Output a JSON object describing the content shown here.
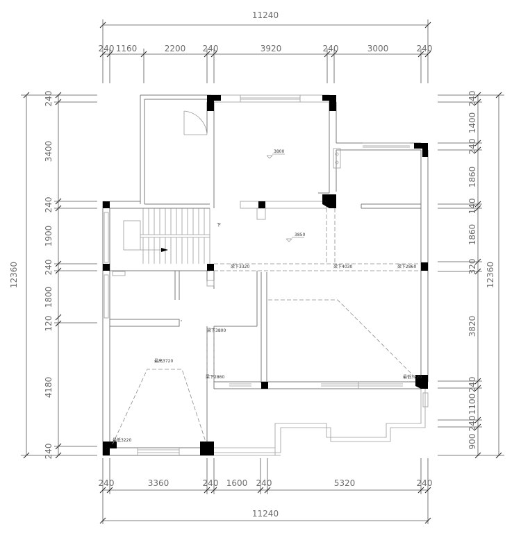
{
  "dimensions": {
    "top_total": "11240",
    "top_segments": [
      "240",
      "1160",
      "2200",
      "240",
      "3920",
      "240",
      "3000",
      "240"
    ],
    "bottom_segments": [
      "240",
      "3360",
      "240",
      "1600",
      "240",
      "5320",
      "240"
    ],
    "bottom_total": "11240",
    "left_total": "12360",
    "left_segments": [
      "240",
      "3400",
      "240",
      "1900",
      "240",
      "1800",
      "120",
      "4180",
      "240"
    ],
    "right_total": "12360",
    "right_segments": [
      "240",
      "1400",
      "240",
      "1860",
      "140",
      "1860",
      "320",
      "3820",
      "240",
      "1100",
      "240",
      "900"
    ]
  },
  "annotations": {
    "level_upper_room": "3800",
    "level_center": "3850",
    "beam_1": "梁下3320",
    "beam_2": "梁下4030",
    "beam_3": "梁下2860",
    "beam_4": "梁下3800",
    "beam_5": "梁下2860",
    "highest_point": "最高3720",
    "lowest_left": "最低3220",
    "lowest_right": "最低3220",
    "stair_down": "下"
  }
}
